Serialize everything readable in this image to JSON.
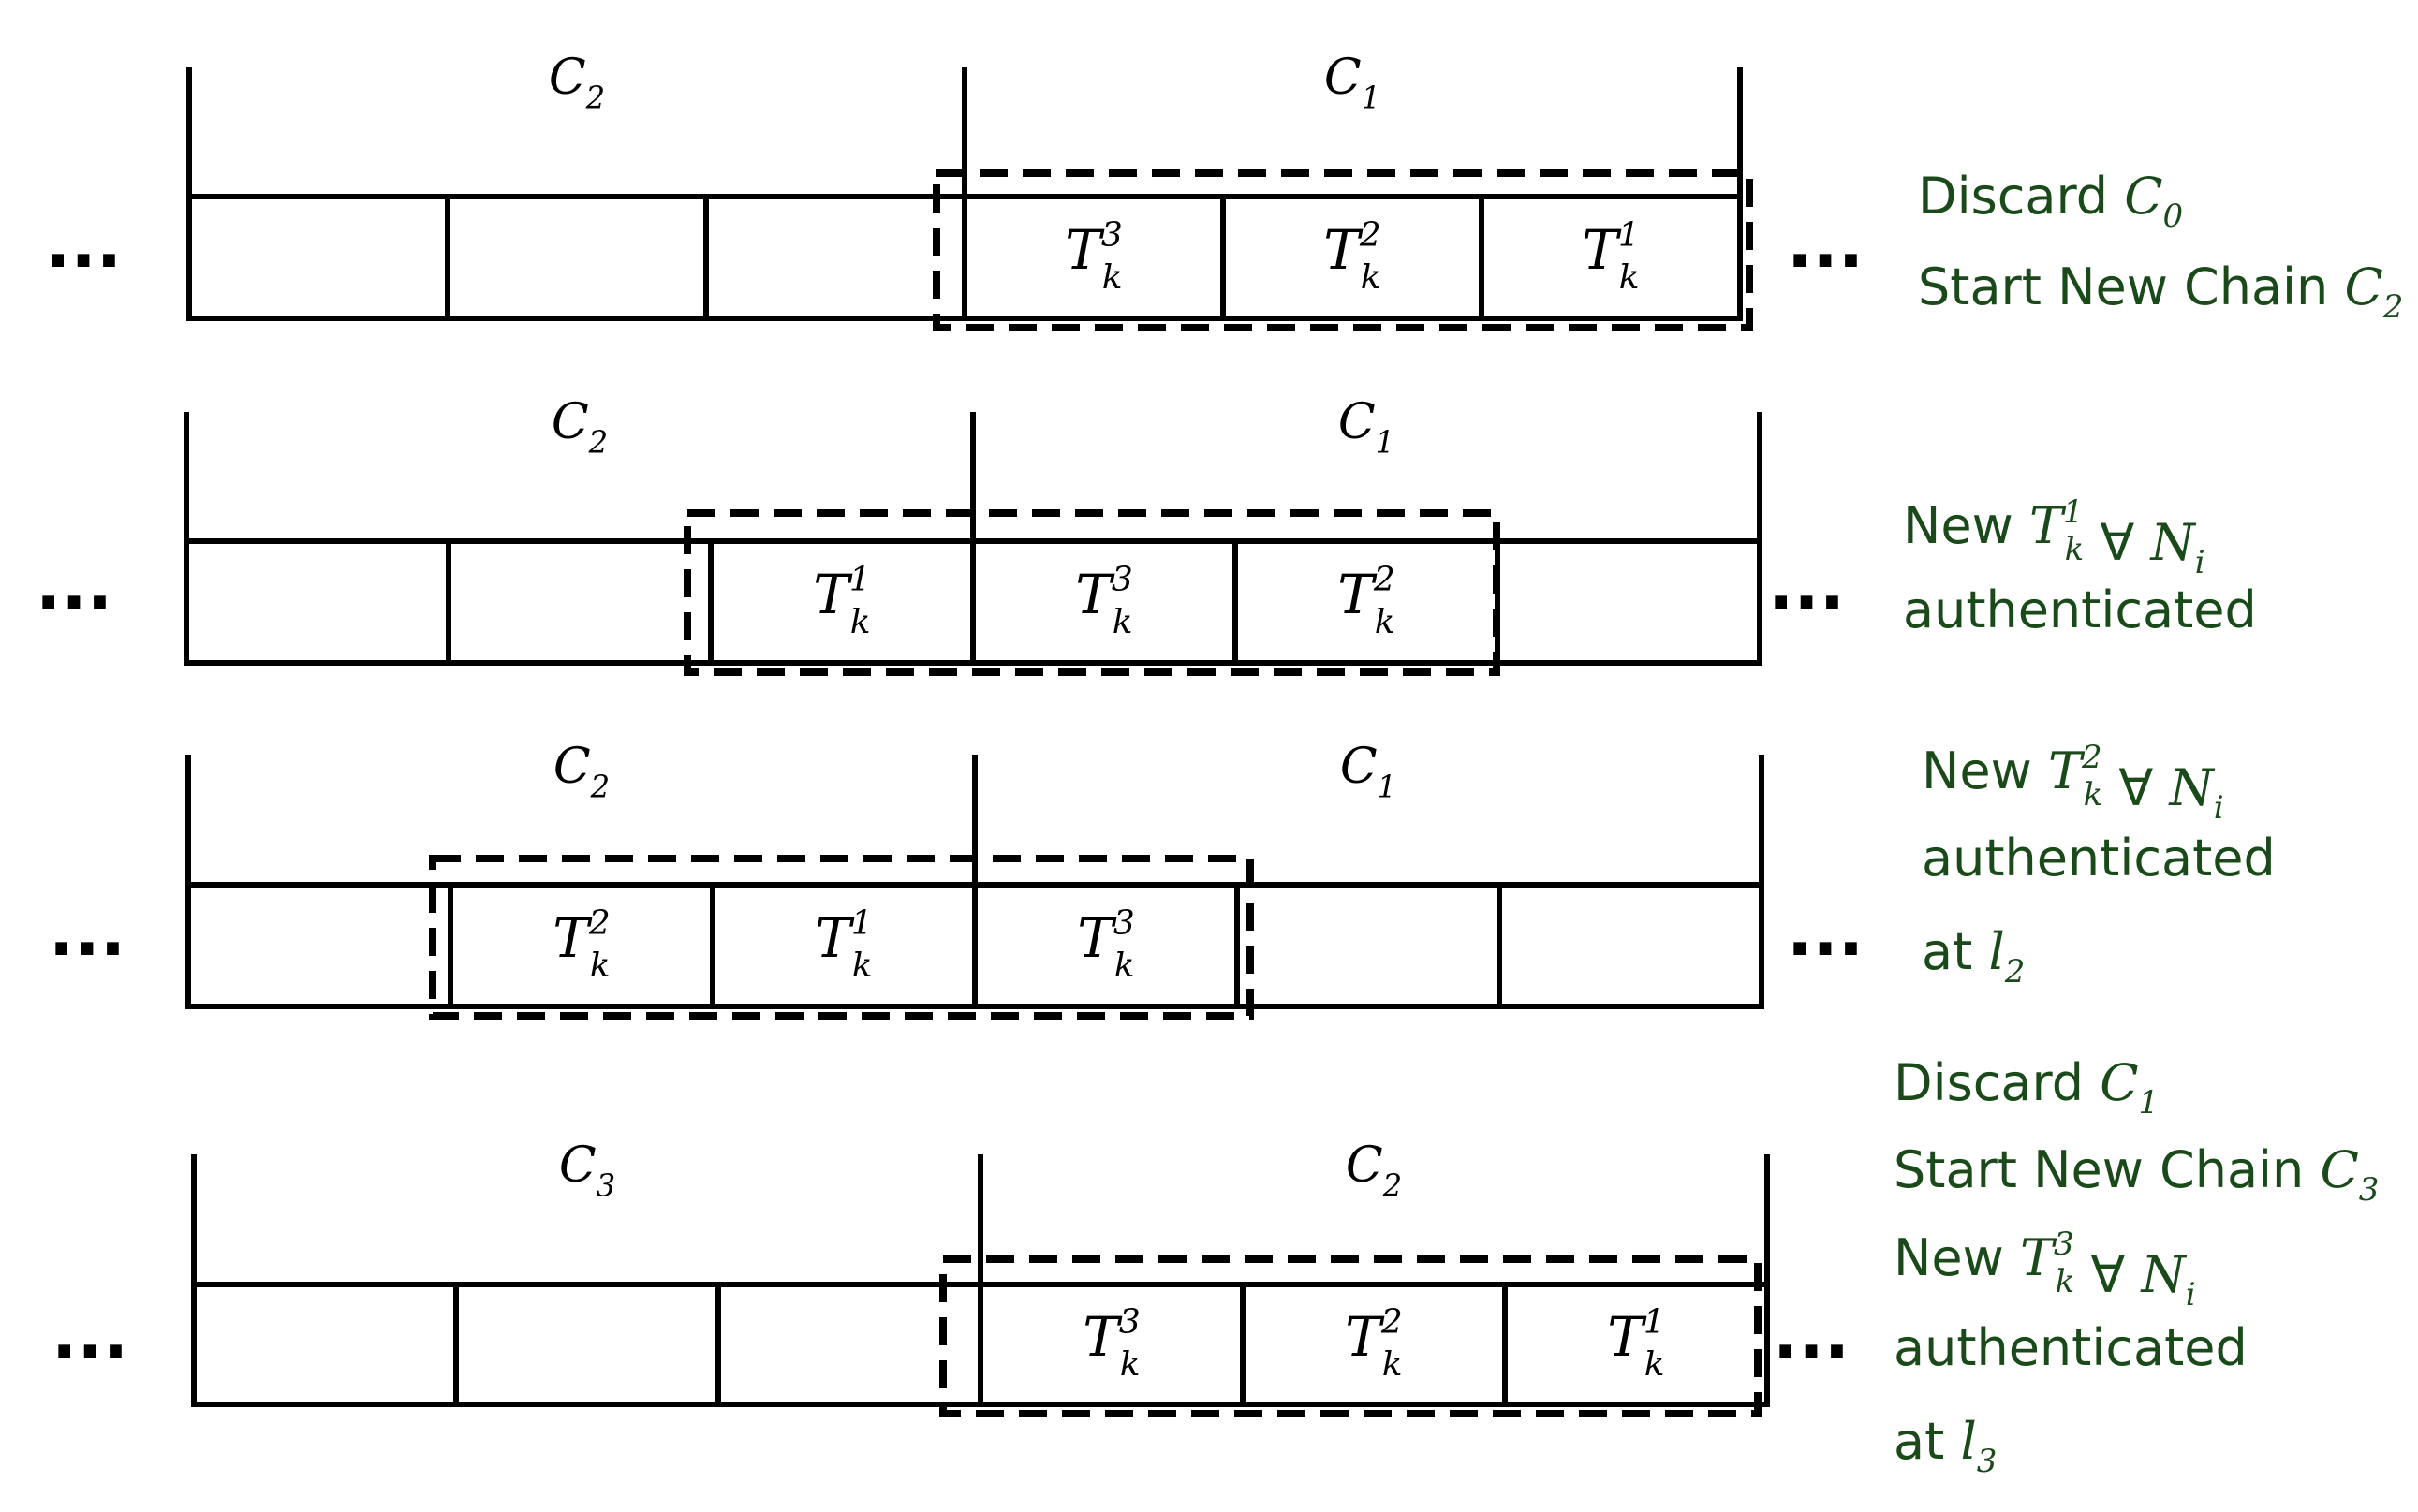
{
  "ellipsis": "...",
  "rows": [
    {
      "chain_left": {
        "base": "C",
        "sub": "2"
      },
      "chain_right": {
        "base": "C",
        "sub": "1"
      },
      "cells": [
        null,
        null,
        null,
        {
          "base": "T",
          "sup": "3",
          "sub": "k"
        },
        {
          "base": "T",
          "sup": "2",
          "sub": "k"
        },
        {
          "base": "T",
          "sup": "1",
          "sub": "k"
        }
      ],
      "notes": [
        {
          "parts": [
            {
              "t": "Discard "
            },
            {
              "base": "C",
              "sub": "0"
            }
          ]
        },
        {
          "parts": [
            {
              "t": "Start New Chain "
            },
            {
              "base": "C",
              "sub": "2"
            }
          ]
        }
      ]
    },
    {
      "chain_left": {
        "base": "C",
        "sub": "2"
      },
      "chain_right": {
        "base": "C",
        "sub": "1"
      },
      "cells": [
        null,
        null,
        {
          "base": "T",
          "sup": "1",
          "sub": "k"
        },
        {
          "base": "T",
          "sup": "3",
          "sub": "k"
        },
        {
          "base": "T",
          "sup": "2",
          "sub": "k"
        },
        null
      ],
      "notes": [
        {
          "parts": [
            {
              "t": "New  "
            },
            {
              "base": "T",
              "sup": "1",
              "sub": "k"
            },
            {
              "t": " ∀ "
            },
            {
              "base": "N",
              "sub": "i"
            }
          ]
        },
        {
          "parts": [
            {
              "t": "authenticated"
            }
          ]
        }
      ]
    },
    {
      "chain_left": {
        "base": "C",
        "sub": "2"
      },
      "chain_right": {
        "base": "C",
        "sub": "1"
      },
      "cells": [
        null,
        {
          "base": "T",
          "sup": "2",
          "sub": "k"
        },
        {
          "base": "T",
          "sup": "1",
          "sub": "k"
        },
        {
          "base": "T",
          "sup": "3",
          "sub": "k"
        },
        null,
        null
      ],
      "notes": [
        {
          "parts": [
            {
              "t": "New  "
            },
            {
              "base": "T",
              "sup": "2",
              "sub": "k"
            },
            {
              "t": " ∀ "
            },
            {
              "base": "N",
              "sub": "i"
            }
          ]
        },
        {
          "parts": [
            {
              "t": "authenticated"
            }
          ]
        },
        {
          "parts": [
            {
              "t": "at "
            },
            {
              "base": "l",
              "sub": "2"
            }
          ]
        }
      ]
    },
    {
      "chain_left": {
        "base": "C",
        "sub": "3"
      },
      "chain_right": {
        "base": "C",
        "sub": "2"
      },
      "cells": [
        null,
        null,
        null,
        {
          "base": "T",
          "sup": "3",
          "sub": "k"
        },
        {
          "base": "T",
          "sup": "2",
          "sub": "k"
        },
        {
          "base": "T",
          "sup": "1",
          "sub": "k"
        }
      ],
      "notes": [
        {
          "parts": [
            {
              "t": "Discard "
            },
            {
              "base": "C",
              "sub": "1"
            }
          ]
        },
        {
          "parts": [
            {
              "t": "Start New Chain "
            },
            {
              "base": "C",
              "sub": "3"
            }
          ]
        },
        {
          "parts": [
            {
              "t": "New  "
            },
            {
              "base": "T",
              "sup": "3",
              "sub": "k"
            },
            {
              "t": " ∀ "
            },
            {
              "base": "N",
              "sub": "i"
            }
          ]
        },
        {
          "parts": [
            {
              "t": "authenticated"
            }
          ]
        },
        {
          "parts": [
            {
              "t": "at "
            },
            {
              "base": "l",
              "sub": "3"
            }
          ]
        }
      ]
    }
  ],
  "colors": {
    "line": "#000000",
    "note_text": "#1a4a1a"
  }
}
